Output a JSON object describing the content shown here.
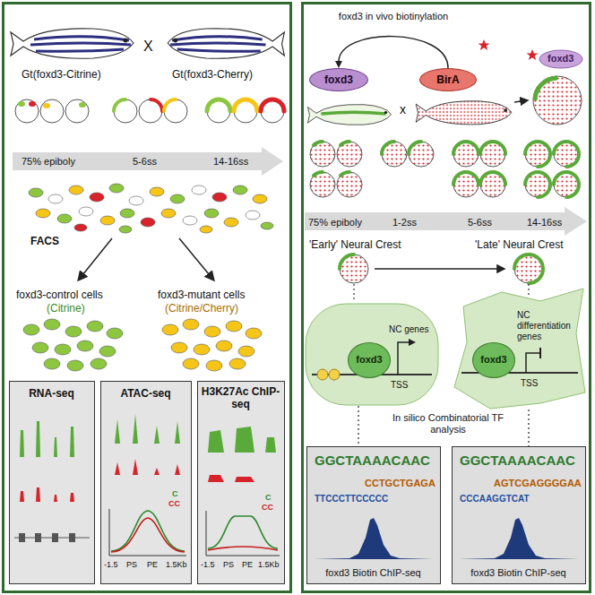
{
  "diagram": {
    "nodes": [
      {
        "text": [
          "RNA-seq"
        ]
      },
      {
        "text": [
          "ATAC-seq"
        ]
      },
      {
        "text": [
          "H3K27Ac ChIP-seq"
        ]
      },
      {
        "text": [
          "foxd3"
        ]
      },
      {
        "text": [
          "BirA"
        ]
      },
      {
        "text": [
          "NC genes",
          "TSS"
        ]
      },
      {
        "text": [
          "foxd3"
        ],
        "in": 5
      },
      {
        "text": [
          "NC differentiation genes",
          "TSS"
        ]
      },
      {
        "text": [
          "foxd3"
        ],
        "in": 7
      },
      {
        "text": [
          "GGCTAAAACAAC",
          "CCTGCTGAGA",
          "TTCCCTTCCCCC",
          "foxd3 Biotin ChIP-seq"
        ]
      },
      {
        "text": [
          "GGCTAAAACAAC",
          "AGTCGAGGGGAA",
          "CCCAAGGTCAT",
          "foxd3 Biotin ChIP-seq"
        ]
      }
    ],
    "edges": [
      {
        "from": 4,
        "to": 3,
        "arrow": "to",
        "label": "foxd3 in vivo biotinylation"
      },
      {
        "from": 5,
        "to": 9,
        "arrow": "none"
      },
      {
        "from": 7,
        "to": 10,
        "arrow": "none"
      }
    ],
    "labels": [
      "Gt(foxd3-Citrine)",
      "X",
      "Gt(foxd3-Cherry)",
      "75% epiboly",
      "5-6ss",
      "14-16ss",
      "FACS",
      "foxd3-control cells",
      "(Citrine)",
      "foxd3-mutant cells",
      "(Citrine/Cherry)",
      "C",
      "CC",
      "-1.5",
      "PS",
      "PE",
      "1.5Kb",
      "C",
      "CC",
      "-1.5",
      "PS",
      "PE",
      "1.5Kb",
      "foxd3",
      "x",
      "75% epiboly",
      "1-2ss",
      "5-6ss",
      "14-16ss",
      "'Early' Neural Crest",
      "'Late' Neural Crest",
      "In silico Combinatorial TF analysis"
    ]
  }
}
